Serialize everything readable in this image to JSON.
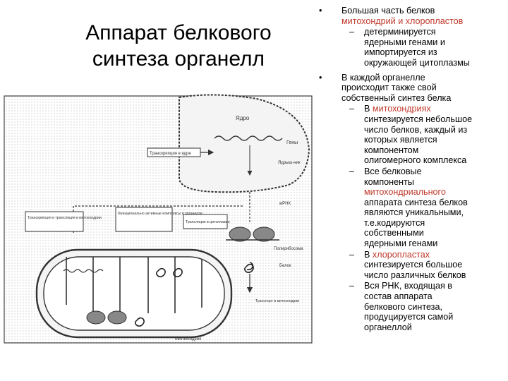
{
  "slide": {
    "title_lines": [
      "Аппарат белкового",
      "синтеза органелл"
    ]
  },
  "bullets": [
    {
      "marker": "•",
      "lines": [
        [
          {
            "t": "Большая часть белков"
          }
        ],
        [
          {
            "t": "митохондрий и хлоропластов",
            "red": true
          }
        ]
      ],
      "subs": [
        {
          "marker": "–",
          "lines": [
            [
              {
                "t": "детерминируется"
              }
            ],
            [
              {
                "t": "ядерными генами и"
              }
            ],
            [
              {
                "t": "импортируется из"
              }
            ],
            [
              {
                "t": "окружающей цитоплазмы"
              }
            ]
          ]
        }
      ]
    },
    {
      "marker": "•",
      "lines": [
        [
          {
            "t": "В каждой органелле"
          }
        ],
        [
          {
            "t": "происходит также свой"
          }
        ],
        [
          {
            "t": "собственный синтез белка"
          }
        ]
      ],
      "subs": [
        {
          "marker": "–",
          "lines": [
            [
              {
                "t": "В "
              },
              {
                "t": "митохондриях",
                "red": true
              }
            ],
            [
              {
                "t": "синтезируется небольшое"
              }
            ],
            [
              {
                "t": "число белков, каждый из"
              }
            ],
            [
              {
                "t": "которых является"
              }
            ],
            [
              {
                "t": "компонентом"
              }
            ],
            [
              {
                "t": "олигомерного комплекса"
              }
            ]
          ]
        },
        {
          "marker": "–",
          "lines": [
            [
              {
                "t": "Все белковые"
              }
            ],
            [
              {
                "t": "компоненты"
              }
            ],
            [
              {
                "t": "митохондриального",
                "red": true
              }
            ],
            [
              {
                "t": "аппарата синтеза белков"
              }
            ],
            [
              {
                "t": "являются уникальными,"
              }
            ],
            [
              {
                "t": "т.е.кодируются"
              }
            ],
            [
              {
                "t": "собственными"
              }
            ],
            [
              {
                "t": "ядерными генами"
              }
            ]
          ]
        },
        {
          "marker": "–",
          "lines": [
            [
              {
                "t": "В "
              },
              {
                "t": "хлоропластах",
                "red": true
              }
            ],
            [
              {
                "t": "синтезируется большое"
              }
            ],
            [
              {
                "t": "число различных белков"
              }
            ]
          ]
        },
        {
          "marker": "–",
          "lines": [
            [
              {
                "t": "Вся РНК, входящая в"
              }
            ],
            [
              {
                "t": "состав аппарата"
              }
            ],
            [
              {
                "t": "белкового синтеза,"
              }
            ],
            [
              {
                "t": "продуцируется самой"
              }
            ],
            [
              {
                "t": "органеллой"
              }
            ]
          ]
        }
      ]
    }
  ],
  "figure": {
    "labels": {
      "nucleus": "Ядро",
      "genes": "Гены",
      "nucleolus": "Ядрыш-ник",
      "mrna": "мРНК",
      "transcription_nucleus": "Транскрипция в ядре",
      "transcription_mito": "Транскрипция и трансляция в митохондрии",
      "functional_units": "Функционально активные комплексы в органелле",
      "translation_cyto": "Трансляция в цитоплазме",
      "polyribosome": "Полирибосома",
      "protein": "Белок",
      "transport": "Транспорт в митохондрии",
      "mitochondrion": "Митохондрия"
    }
  },
  "colors": {
    "accent_red": "#c0392b",
    "text": "#000000",
    "figure_gray": "#555555"
  }
}
